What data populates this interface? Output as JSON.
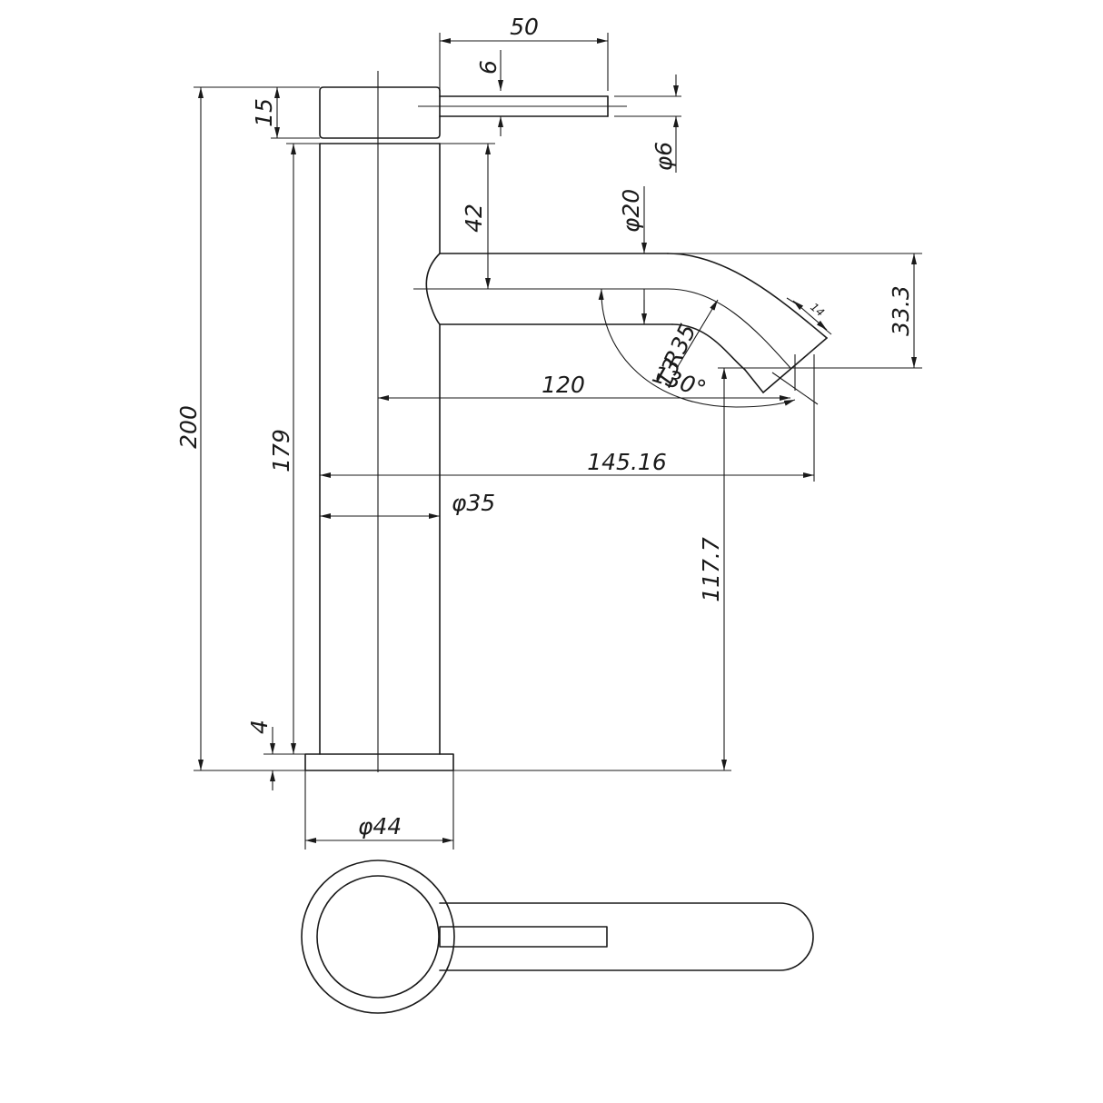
{
  "dimensions": {
    "handle_length": "50",
    "handle_offset": "6",
    "handle_height": "15",
    "handle_dia": "φ6",
    "spout_height_from_top": "42",
    "spout_dia": "φ20",
    "spout_drop": "33.3",
    "spout_tip": "14",
    "bend_radius": "R35",
    "bend_angle_a": "13",
    "bend_angle_b": "130°",
    "reach_centre": "120",
    "reach_total": "145.16",
    "body_dia": "φ35",
    "body_height": "179",
    "total_height": "200",
    "outlet_height": "117.7",
    "base_thickness": "4",
    "base_dia": "φ44"
  },
  "colors": {
    "line": "#1a1a1a",
    "background": "#ffffff"
  }
}
